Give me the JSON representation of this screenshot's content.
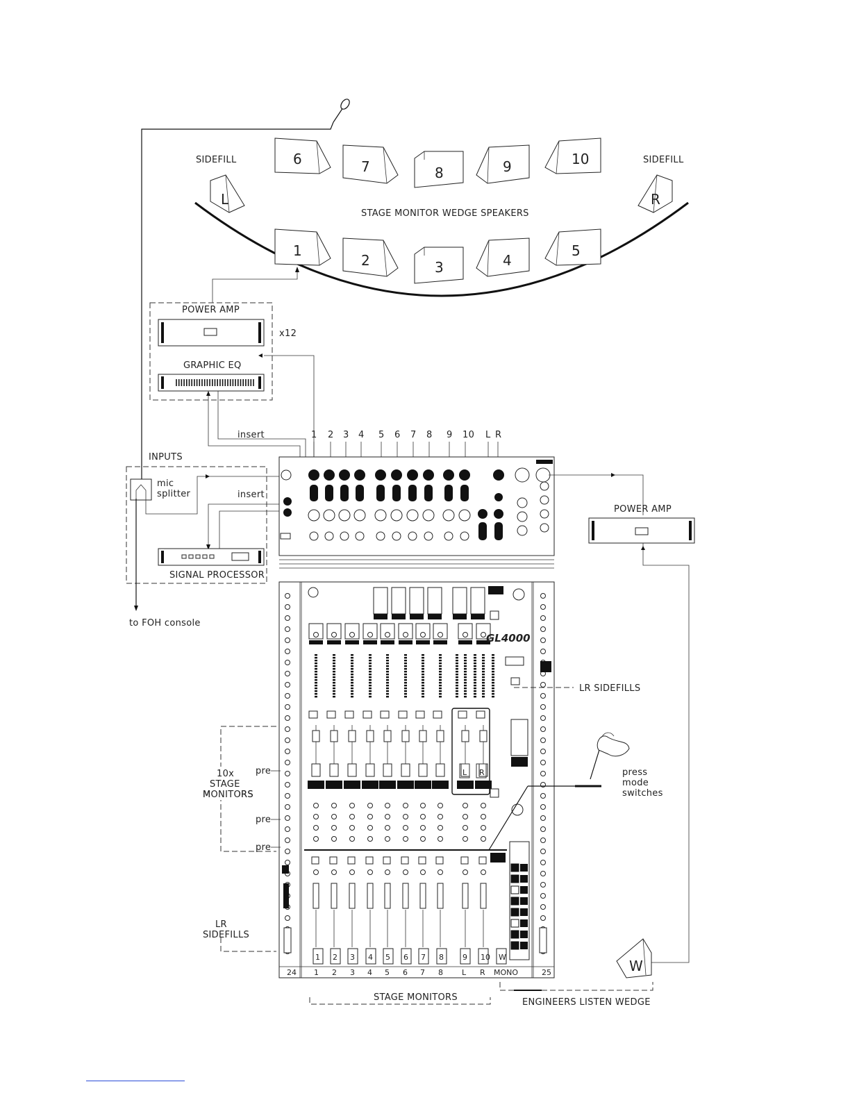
{
  "diagram": {
    "wedges_back": [
      "6",
      "7",
      "8",
      "9",
      "10"
    ],
    "wedges_front": [
      "1",
      "2",
      "3",
      "4",
      "5"
    ],
    "sidefill_label": "SIDEFILL",
    "sidefill_left": "L",
    "sidefill_right": "R",
    "stage_caption": "STAGE MONITOR WEDGE SPEAKERS",
    "power_amp_label": "POWER AMP",
    "graphic_eq_label": "GRAPHIC EQ",
    "multiplier": "x12",
    "insert_label": "insert",
    "inputs_label": "INPUTS",
    "mic_label": "mic",
    "splitter_label": "splitter",
    "signal_processor_label": "SIGNAL PROCESSOR",
    "foh_label": "to FOH console",
    "output_numbers": [
      "1",
      "2",
      "3",
      "4",
      "5",
      "6",
      "7",
      "8",
      "9",
      "10",
      "L",
      "R"
    ],
    "brand": "GL4000",
    "lr_sidefills_right": "LR SIDEFILLS",
    "stage_monitors_side": [
      "10x",
      "STAGE",
      "MONITORS"
    ],
    "pre_label": "pre",
    "lr_sidefills_left": [
      "LR",
      "SIDEFILLS"
    ],
    "press_note": [
      "press",
      "mode",
      "switches"
    ],
    "fader_caps": [
      "1",
      "2",
      "3",
      "4",
      "5",
      "6",
      "7",
      "8",
      "9",
      "10",
      "W"
    ],
    "strip_labels": [
      "24",
      "1",
      "2",
      "3",
      "4",
      "5",
      "6",
      "7",
      "8",
      "L",
      "R",
      "MONO",
      "25"
    ],
    "stage_monitors_caption": "STAGE MONITORS",
    "engineers_caption": "ENGINEERS LISTEN WEDGE",
    "listen_wedge_letter": "W",
    "master_section_labels": [
      "L",
      "R"
    ]
  }
}
